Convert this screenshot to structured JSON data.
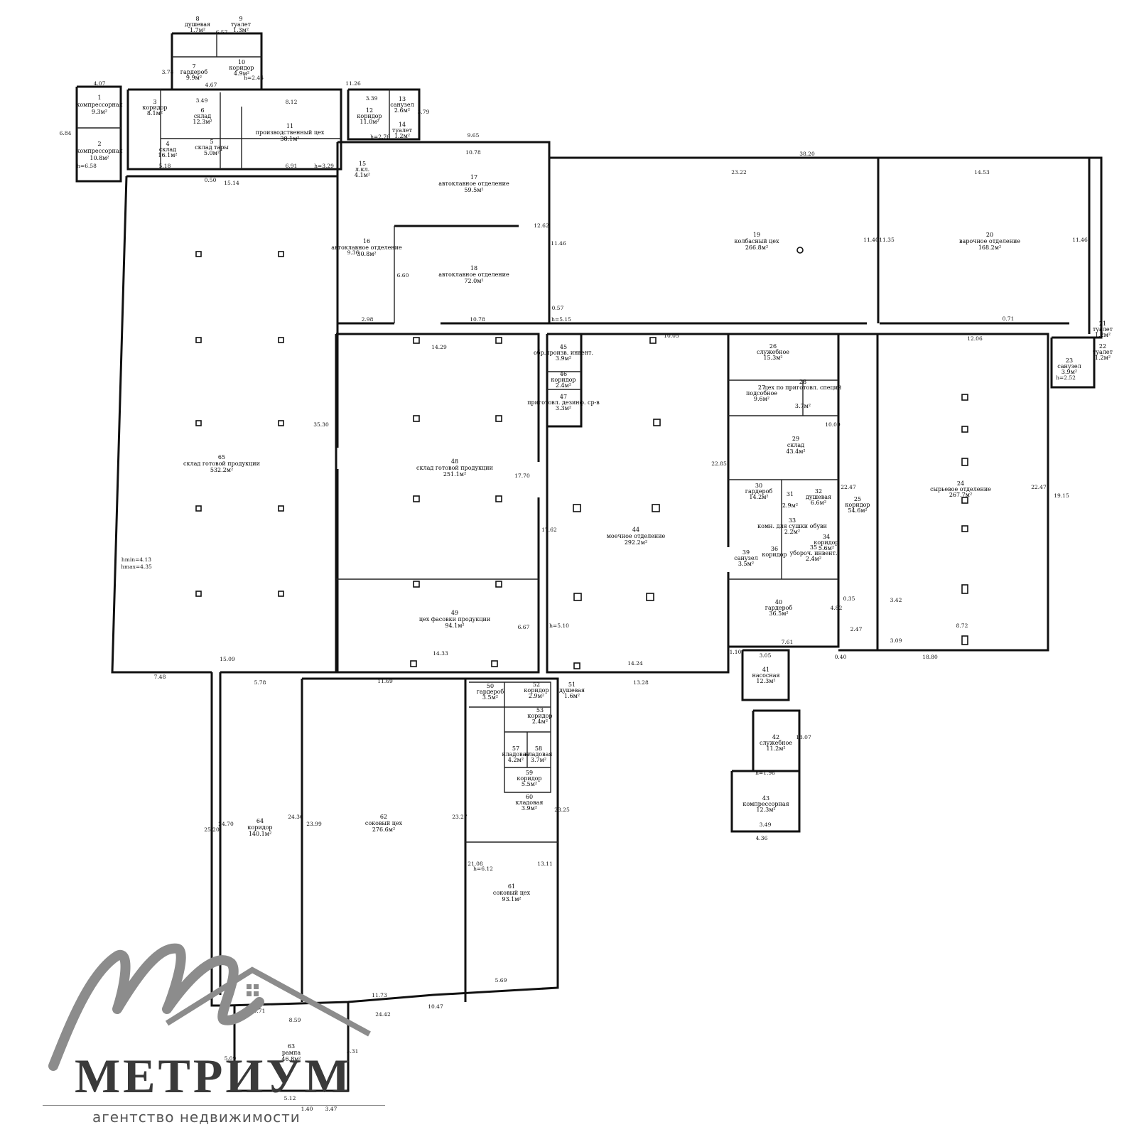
{
  "brand": {
    "name": "МЕТРИУМ",
    "tagline": "агентство недвижимости"
  },
  "rooms": [
    {
      "id": "r1",
      "num": "1",
      "name": "компрессорная",
      "area": "9.3м²"
    },
    {
      "id": "r2",
      "num": "2",
      "name": "компрессорная",
      "area": "10.8м²"
    },
    {
      "id": "r3",
      "num": "3",
      "name": "коридор",
      "area": "8.1м²"
    },
    {
      "id": "r4",
      "num": "4",
      "name": "склад",
      "area": "16.1м²"
    },
    {
      "id": "r5",
      "num": "5",
      "name": "склад тары",
      "area": "5.0м²"
    },
    {
      "id": "r6",
      "num": "6",
      "name": "склад",
      "area": "12.3м²"
    },
    {
      "id": "r7",
      "num": "7",
      "name": "гардероб",
      "area": "9.9м²"
    },
    {
      "id": "r8",
      "num": "8",
      "name": "душевая",
      "area": "1.7м²"
    },
    {
      "id": "r9",
      "num": "9",
      "name": "туалет",
      "area": "1.3м²"
    },
    {
      "id": "r10",
      "num": "10",
      "name": "коридор",
      "area": "4.9м²"
    },
    {
      "id": "r11",
      "num": "11",
      "name": "производственный цех",
      "area": "38.1м²"
    },
    {
      "id": "r12",
      "num": "12",
      "name": "коридор",
      "area": "11.0м²"
    },
    {
      "id": "r13",
      "num": "13",
      "name": "санузел",
      "area": "2.6м²"
    },
    {
      "id": "r14",
      "num": "14",
      "name": "туалет",
      "area": "1.2м²"
    },
    {
      "id": "r15",
      "num": "15",
      "name": "л.кл.",
      "area": "4.1м²"
    },
    {
      "id": "r16",
      "num": "16",
      "name": "автоклавное отделение",
      "area": "30.8м²"
    },
    {
      "id": "r17",
      "num": "17",
      "name": "автоклавное отделение",
      "area": "59.5м²"
    },
    {
      "id": "r18",
      "num": "18",
      "name": "автоклавное отделение",
      "area": "72.0м²"
    },
    {
      "id": "r19",
      "num": "19",
      "name": "колбасный цех",
      "area": "266.8м²"
    },
    {
      "id": "r20",
      "num": "20",
      "name": "варочное отделение",
      "area": "168.2м²"
    },
    {
      "id": "r21",
      "num": "21",
      "name": "туалет",
      "area": "1.2м²"
    },
    {
      "id": "r22",
      "num": "22",
      "name": "туалет",
      "area": "1.2м²"
    },
    {
      "id": "r23",
      "num": "23",
      "name": "санузел",
      "area": "3.9м²"
    },
    {
      "id": "r24",
      "num": "24",
      "name": "сырьевое отделение",
      "area": "267.7м²"
    },
    {
      "id": "r25",
      "num": "25",
      "name": "коридор",
      "area": "54.6м²"
    },
    {
      "id": "r26",
      "num": "26",
      "name": "служебное",
      "area": "15.3м²"
    },
    {
      "id": "r27",
      "num": "27",
      "name": "подсобное",
      "area": "9.6м²"
    },
    {
      "id": "r28",
      "num": "28",
      "name": "цех по приготовл. специй",
      "area": "3.7м²"
    },
    {
      "id": "r29",
      "num": "29",
      "name": "склад",
      "area": "43.4м²"
    },
    {
      "id": "r30",
      "num": "30",
      "name": "гардероб",
      "area": "14.2м²"
    },
    {
      "id": "r31",
      "num": "31",
      "name": "",
      "area": "2.9м²"
    },
    {
      "id": "r32",
      "num": "32",
      "name": "душевая",
      "area": "6.6м²"
    },
    {
      "id": "r33",
      "num": "33",
      "name": "комн. для сушки обуви",
      "area": "2.2м²"
    },
    {
      "id": "r34",
      "num": "34",
      "name": "коридор",
      "area": "5.6м²"
    },
    {
      "id": "r35",
      "num": "35",
      "name": "убороч. инвент.",
      "area": "2.4м²"
    },
    {
      "id": "r36",
      "num": "36",
      "name": "коридор",
      "area": ""
    },
    {
      "id": "r39",
      "num": "39",
      "name": "санузел",
      "area": "3.5м²"
    },
    {
      "id": "r40",
      "num": "40",
      "name": "гардероб",
      "area": "36.5м²"
    },
    {
      "id": "r41",
      "num": "41",
      "name": "насосная",
      "area": "12.3м²"
    },
    {
      "id": "r42",
      "num": "42",
      "name": "служебное",
      "area": "11.2м²"
    },
    {
      "id": "r43",
      "num": "43",
      "name": "компрессорная",
      "area": "12.3м²"
    },
    {
      "id": "r44",
      "num": "44",
      "name": "моечное отделение",
      "area": "292.2м²"
    },
    {
      "id": "r45",
      "num": "45",
      "name": "обр.произв. инвент.",
      "area": "3.9м²"
    },
    {
      "id": "r46",
      "num": "46",
      "name": "коридор",
      "area": "2.4м²"
    },
    {
      "id": "r47",
      "num": "47",
      "name": "приготовл. дезинф. ср-в",
      "area": "3.3м²"
    },
    {
      "id": "r48",
      "num": "48",
      "name": "склад готовой продукции",
      "area": "251.1м²"
    },
    {
      "id": "r49",
      "num": "49",
      "name": "цех фасовки продукции",
      "area": "94.1м²"
    },
    {
      "id": "r50",
      "num": "50",
      "name": "гардероб",
      "area": "3.5м²"
    },
    {
      "id": "r51",
      "num": "51",
      "name": "душевая",
      "area": "1.6м²"
    },
    {
      "id": "r52",
      "num": "52",
      "name": "коридор",
      "area": "2.9м²"
    },
    {
      "id": "r53",
      "num": "53",
      "name": "коридор",
      "area": "2.4м²"
    },
    {
      "id": "r57",
      "num": "57",
      "name": "кладовая",
      "area": "4.2м²"
    },
    {
      "id": "r58",
      "num": "58",
      "name": "кладовая",
      "area": "3.7м²"
    },
    {
      "id": "r59",
      "num": "59",
      "name": "коридор",
      "area": "5.5м²"
    },
    {
      "id": "r60",
      "num": "60",
      "name": "кладовая",
      "area": "3.9м²"
    },
    {
      "id": "r61",
      "num": "61",
      "name": "соковый цех",
      "area": "93.1м²"
    },
    {
      "id": "r62",
      "num": "62",
      "name": "соковый цех",
      "area": "276.6м²"
    },
    {
      "id": "r63",
      "num": "63",
      "name": "рампа",
      "area": "46.8м²"
    },
    {
      "id": "r64",
      "num": "64",
      "name": "коридор",
      "area": "140.1м²"
    },
    {
      "id": "r65",
      "num": "65",
      "name": "склад готовой продукции",
      "area": "532.2м²"
    }
  ],
  "dims": {
    "d1": "4.07",
    "d2": "6.57",
    "d3": "3.78",
    "d4": "3.49",
    "d5": "4.67",
    "d6": "8.12",
    "d7": "11.26",
    "d8": "3.39",
    "d9": "3.79",
    "d10": "6.84",
    "d11": "5.18",
    "d12": "6.91",
    "d13": "15.14",
    "d14": "0.50",
    "d15": "9.65",
    "d16": "10.78",
    "d17": "38.20",
    "d18": "23.22",
    "d19": "14.53",
    "d20": "11.40",
    "d21": "11.35",
    "d22": "11.46",
    "d23": "12.62",
    "d24": "11.46",
    "d25": "9.36",
    "d26": "6.60",
    "d27": "2.98",
    "d28": "10.78",
    "d29": "0.57",
    "d30": "10.05",
    "d31": "12.06",
    "d32": "0.71",
    "d33": "14.29",
    "d34": "17.70",
    "d35": "35.30",
    "d36": "22.85",
    "d37": "22.47",
    "d38": "22.47",
    "d39": "19.15",
    "d40": "17.62",
    "d41": "6.67",
    "d42": "14.33",
    "d43": "15.09",
    "d44": "7.48",
    "d45": "5.78",
    "d46": "11.69",
    "d47": "14.24",
    "d48": "13.28",
    "d49": "7.61",
    "d50": "18.80",
    "d51": "8.72",
    "d52": "10.09",
    "d53": "25.20",
    "d54": "24.70",
    "d55": "24.36",
    "d56": "23.99",
    "d57": "23.27",
    "d58": "21.08",
    "d59": "23.25",
    "d60": "13.11",
    "d61": "11.73",
    "d62": "24.42",
    "d63": "10.47",
    "d64": "8.59",
    "d65": "5.69",
    "d66": "13.07",
    "d67": "3.05",
    "d68": "3.49",
    "d69": "4.36",
    "d70": "5.12",
    "d71": "3.47",
    "d72": "5.71",
    "d73": "2.47",
    "d74": "3.42",
    "d75": "3.09",
    "d76": "4.82",
    "d77": "0.35",
    "d78": "0.40",
    "d79": "1.10",
    "d80": "5.31",
    "d81": "5.09",
    "d82": "1.40"
  },
  "heights": {
    "h1": "h=6.58",
    "h2": "h=3.29",
    "h3": "h=2.76",
    "h4": "h=2.46",
    "h5": "h=5.15",
    "h6": "hmin=4.13",
    "h7": "hmax=4.35",
    "h8": "h=5.10",
    "h9": "h=6.12",
    "h10": "h=1.98",
    "h11": "h=2.52"
  }
}
